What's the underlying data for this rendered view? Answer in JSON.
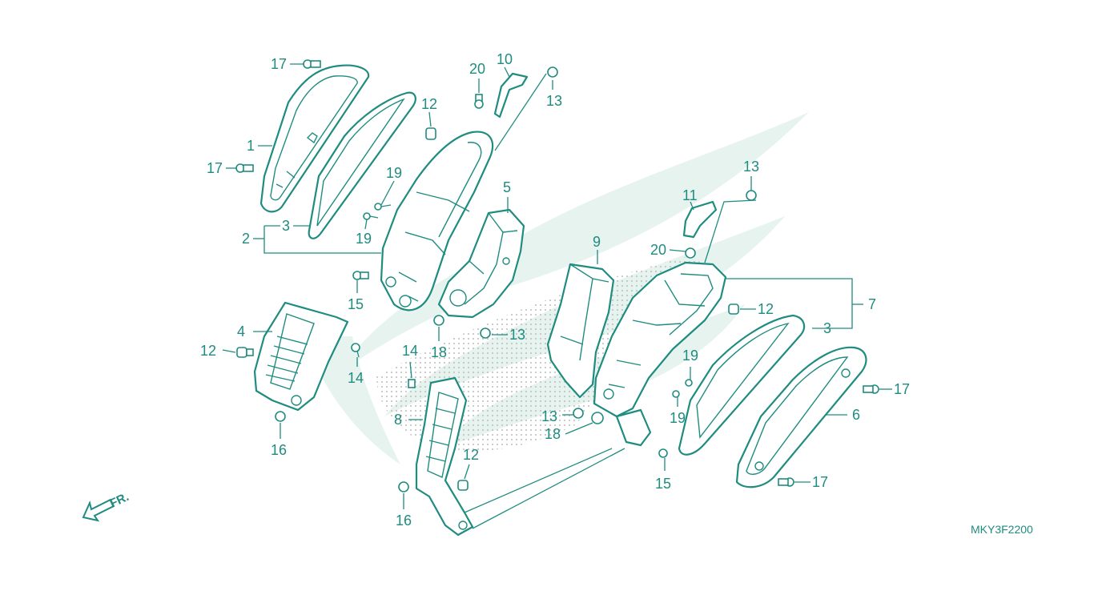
{
  "diagram": {
    "code": "MKY3F2200",
    "front_label": "FR.",
    "colors": {
      "ink": "#1f8c80",
      "watermark": "#e6f3ef",
      "dots": "#bdbdbd"
    },
    "callouts": [
      {
        "label": "17"
      },
      {
        "label": "1"
      },
      {
        "label": "17"
      },
      {
        "label": "3"
      },
      {
        "label": "2"
      },
      {
        "label": "20"
      },
      {
        "label": "10"
      },
      {
        "label": "13"
      },
      {
        "label": "12"
      },
      {
        "label": "19"
      },
      {
        "label": "19"
      },
      {
        "label": "5"
      },
      {
        "label": "15"
      },
      {
        "label": "4"
      },
      {
        "label": "12"
      },
      {
        "label": "14"
      },
      {
        "label": "16"
      },
      {
        "label": "18"
      },
      {
        "label": "13"
      },
      {
        "label": "14"
      },
      {
        "label": "8"
      },
      {
        "label": "12"
      },
      {
        "label": "16"
      },
      {
        "label": "9"
      },
      {
        "label": "13"
      },
      {
        "label": "18"
      },
      {
        "label": "13"
      },
      {
        "label": "11"
      },
      {
        "label": "20"
      },
      {
        "label": "7"
      },
      {
        "label": "12"
      },
      {
        "label": "3"
      },
      {
        "label": "19"
      },
      {
        "label": "19"
      },
      {
        "label": "17"
      },
      {
        "label": "6"
      },
      {
        "label": "15"
      },
      {
        "label": "17"
      }
    ]
  }
}
